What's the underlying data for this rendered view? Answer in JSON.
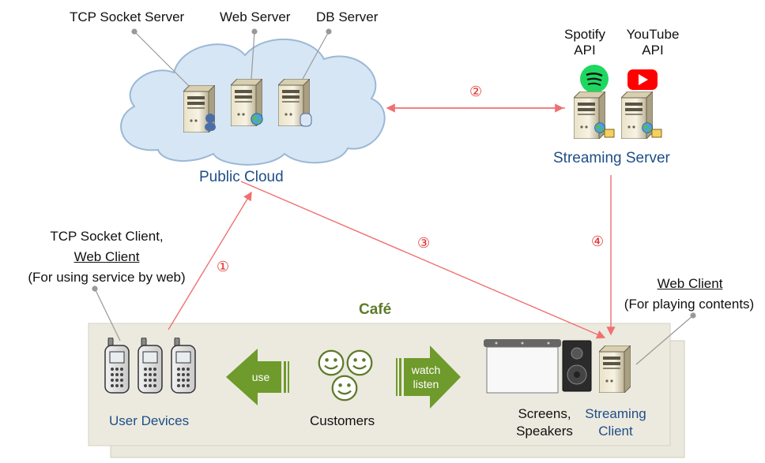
{
  "cloud": {
    "servers": [
      "TCP Socket Server",
      "Web Server",
      "DB Server"
    ],
    "title": "Public Cloud"
  },
  "streaming": {
    "apis": [
      "Spotify\nAPI",
      "YouTube\nAPI"
    ],
    "title": "Streaming Server"
  },
  "steps": [
    "①",
    "②",
    "③",
    "④"
  ],
  "client_left": {
    "line1": "TCP Socket Client,",
    "line2": "Web Client",
    "line3": "(For using service by web)"
  },
  "client_right": {
    "line1": "Web Client",
    "line2": "(For playing contents)"
  },
  "cafe": {
    "title": "Café",
    "user_devices": "User Devices",
    "use": "use",
    "customers": "Customers",
    "watch_listen": "watch\nlisten",
    "screens_speakers": "Screens,\nSpeakers",
    "streaming_client": "Streaming\nClient"
  },
  "colors": {
    "connector": "#f07070",
    "label_blue": "#1f4e87",
    "cafe_green": "#5e7a2a",
    "arrow_green": "#6f9a2c",
    "cafe_bg": "#eceadf",
    "cloud_fill": "#d6e6f5"
  },
  "icons": [
    "cloud-icon",
    "server-icon",
    "phone-icon",
    "smiley-icon",
    "screen-icon",
    "speaker-icon",
    "spotify-icon",
    "youtube-icon"
  ]
}
